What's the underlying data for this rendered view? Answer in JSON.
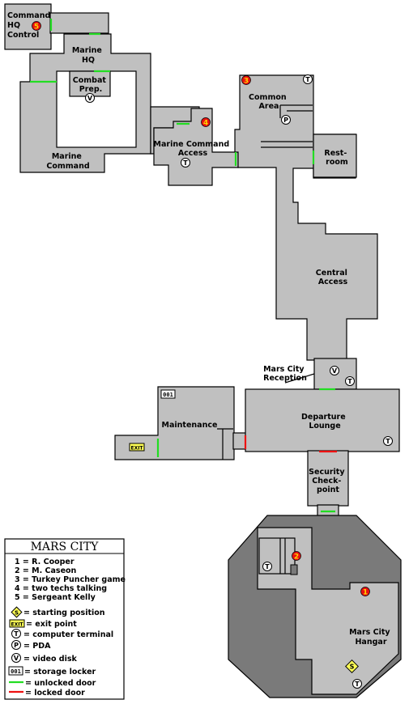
{
  "map_title": "MARS CITY",
  "rooms": {
    "command_hq_control": [
      "Command",
      "HQ",
      "Control"
    ],
    "marine_hq": [
      "Marine",
      "HQ"
    ],
    "combat_prep": [
      "Combat",
      "Prep."
    ],
    "marine_command": [
      "Marine",
      "Command"
    ],
    "marine_command_access": [
      "Marine Command",
      "Access"
    ],
    "common_area": [
      "Common",
      "Area"
    ],
    "rest_room": [
      "Rest-",
      "room"
    ],
    "central_access": [
      "Central",
      "Access"
    ],
    "mars_city_reception": [
      "Mars City",
      "Reception"
    ],
    "departure_lounge": [
      "Departure",
      "Lounge"
    ],
    "maintenance": [
      "Maintenance"
    ],
    "security_checkpoint": [
      "Security",
      "Check-",
      "point"
    ],
    "mars_city_hangar": [
      "Mars City",
      "Hangar"
    ]
  },
  "markers": [
    {
      "id": "1",
      "label": "R. Cooper"
    },
    {
      "id": "2",
      "label": "M. Caseon"
    },
    {
      "id": "3",
      "label": "Turkey Puncher game"
    },
    {
      "id": "4",
      "label": "two techs talking"
    },
    {
      "id": "5",
      "label": "Sergeant Kelly"
    }
  ],
  "icons": {
    "start": "S",
    "exit": "EXIT",
    "terminal": "T",
    "pda": "P",
    "video": "V",
    "locker": "001"
  },
  "legend": {
    "items": [
      "1 = R. Cooper",
      "2 = M. Caseon",
      "3 = Turkey Puncher game",
      "4 = two techs talking",
      "5 = Sergeant Kelly"
    ],
    "start": "= starting position",
    "exit": "= exit point",
    "terminal": "= computer terminal",
    "pda": "= PDA",
    "video": "= video disk",
    "locker": "= storage locker",
    "unlocked": "= unlocked door",
    "locked": "= locked door"
  },
  "colors": {
    "floor": "#c0c0c0",
    "dark_floor": "#7a7a7a",
    "unlocked_door": "#22dd22",
    "locked_door": "#ee1111",
    "marker": "#e81010",
    "marker_text": "#ffd400",
    "exit_fill": "#ffff55"
  }
}
